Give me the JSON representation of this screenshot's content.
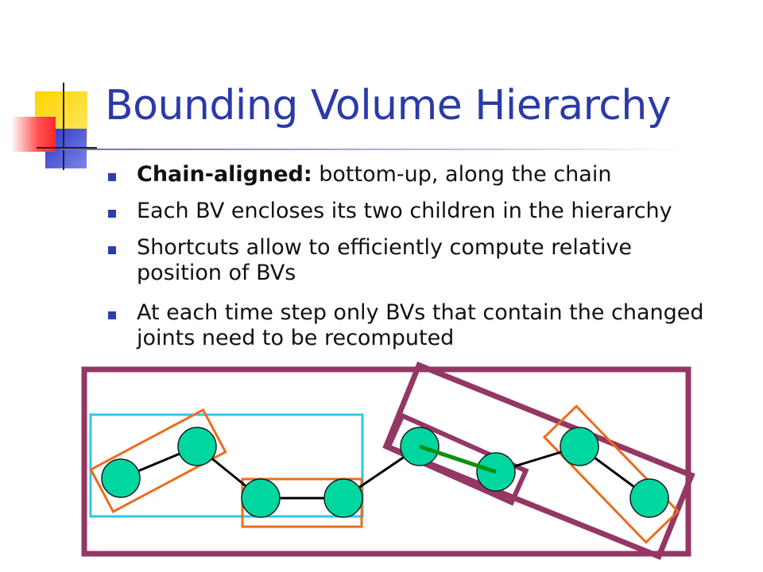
{
  "slide": {
    "title": "Bounding Volume Hierarchy",
    "bullets": [
      {
        "strong": "Chain-aligned:",
        "text": " bottom-up, along the chain"
      },
      {
        "strong": "",
        "text": "Each BV encloses its two children in the hierarchy"
      },
      {
        "strong": "",
        "text": "Shortcuts allow to efficiently compute relative position of BVs"
      },
      {
        "strong": "",
        "text": "At each time step only BVs that contain the changed joints need to be recomputed"
      }
    ]
  },
  "colors": {
    "title": "#2b3aa8",
    "bullet_marker": "#2d3cb0",
    "outer_bv": "#943764",
    "level2_bv": "#2ec7e8",
    "leaf_bv": "#ea6d1e",
    "joint_fill": "#00d7a0",
    "link_line": "#000000",
    "highlight_link": "#109010",
    "deco_yellow": "#ffd400",
    "deco_blue": "#2c35c8",
    "deco_red": "#ff2a2a"
  }
}
